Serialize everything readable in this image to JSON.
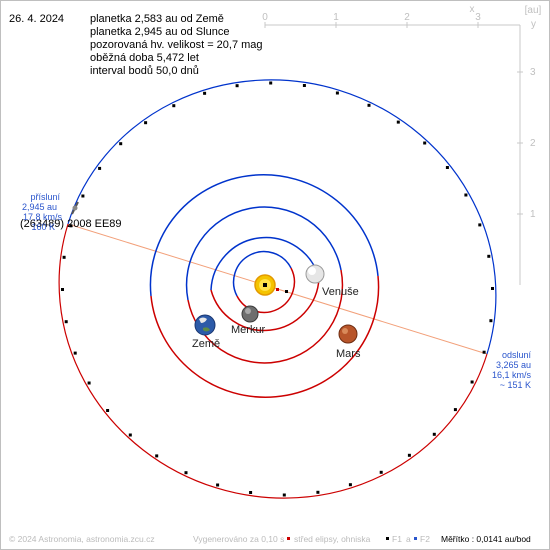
{
  "header": {
    "date": "26. 4. 2024",
    "info": [
      "planetka 2,583 au od Země",
      "planetka 2,945 au od Slunce",
      "pozorovaná hv. velikost = 20,7 mag",
      "oběžná doba 5,472 let",
      "interval bodů 50,0 dnů"
    ]
  },
  "scale": {
    "unit": "[au]",
    "x_label": "x",
    "y_label": "y",
    "x_ticks": [
      "0",
      "1",
      "2",
      "3"
    ],
    "y_ticks": [
      "3",
      "2",
      "1"
    ]
  },
  "asteroid": {
    "name": "(263489) 2008 EE89"
  },
  "perihelion": {
    "lines": [
      "přísluní",
      "2,945 au",
      "17,8 km/s",
      "160 K"
    ]
  },
  "aphelion": {
    "lines": [
      "odsluní",
      "3,265 au",
      "16,1 km/s",
      "~ 151 K"
    ]
  },
  "planets": {
    "venus": "Venuše",
    "mercury": "Merkur",
    "earth": "Země",
    "mars": "Mars"
  },
  "footer": {
    "copyright": "© 2024 Astronomia, astronomia.zcu.cz",
    "generated": "Vygenerováno za 0,10 s",
    "legend_center": "střed elipsy, ohniska",
    "legend_f1": "F1",
    "legend_a": "a",
    "legend_f2": "F2",
    "scale_text": "Měřítko : 0,0141 au/bod"
  },
  "colors": {
    "orbit_above": "#0000cc",
    "orbit_below": "#cc0000",
    "apsides_line": "#f2a07a",
    "label_blue": "#2a55cc",
    "sun": "#f5c400",
    "footer_text": "#bbbbbb"
  }
}
